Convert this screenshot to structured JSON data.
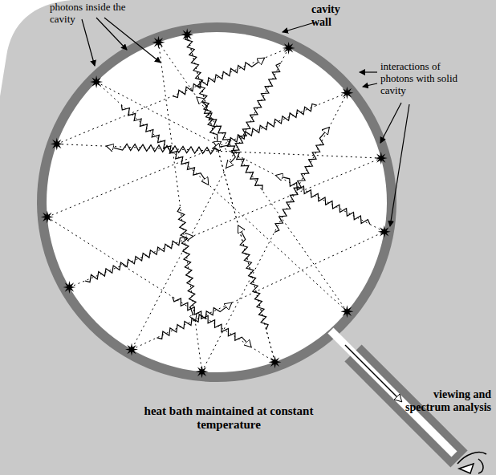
{
  "diagram": {
    "labels": [
      "photons inside the cavity",
      "cavity wall",
      "interactions of photons with solid cavity",
      "heat bath maintained at constant temperature",
      "viewing and spectrum analysis"
    ]
  }
}
